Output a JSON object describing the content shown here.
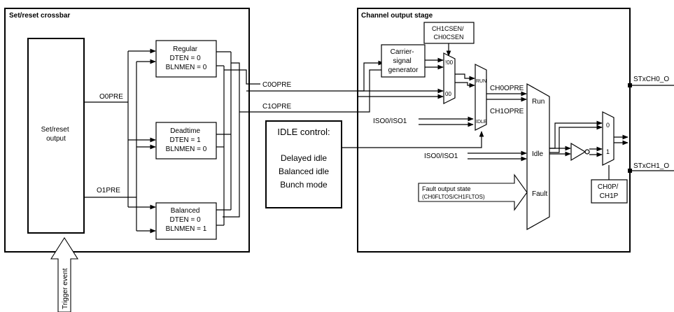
{
  "panels": {
    "left_title": "Set/reset crossbar",
    "right_title": "Channel output stage"
  },
  "blocks": {
    "setreset": [
      "Set/reset",
      "output"
    ],
    "regular": [
      "Regular",
      "DTEN = 0",
      "BLNMEN = 0"
    ],
    "deadtime": [
      "Deadtime",
      "DTEN = 1",
      "BLNMEN = 0"
    ],
    "balanced": [
      "Balanced",
      "DTEN = 0",
      "BLNMEN = 1"
    ],
    "idle_control": {
      "title": "IDLE control:",
      "items": [
        "Delayed idle",
        "Balanced idle",
        "Bunch mode"
      ]
    },
    "carrier": [
      "Carrier-",
      "signal",
      "generator"
    ],
    "csen": [
      "CH1CSEN/",
      "CH0CSEN"
    ],
    "chp": [
      "CH0P/",
      "CH1P"
    ]
  },
  "signals": {
    "o0pre": "O0PRE",
    "o1pre": "O1PRE",
    "c0opre": "C0OPRE",
    "c1opre": "C1OPRE",
    "iso_a": "ISO0/ISO1",
    "iso_b": "ISO0/ISO1",
    "ch0opre": "CH0OPRE",
    "ch1opre": "CH1OPRE",
    "fault_state": [
      "Fault output state",
      "(CH0FLTOS/CH1FLTOS)"
    ],
    "out_ch0": "STxCH0_O",
    "out_ch1": "STxCH1_O",
    "trigger": "Trigger event"
  },
  "mux_labels": {
    "csen_mux_top": "!00",
    "csen_mux_bottom": "00",
    "run_mux_run": "RUN",
    "run_mux_idle": "IDLE",
    "main_run": "Run",
    "main_idle": "Idle",
    "main_fault": "Fault",
    "pol_0": "0",
    "pol_1": "1"
  }
}
